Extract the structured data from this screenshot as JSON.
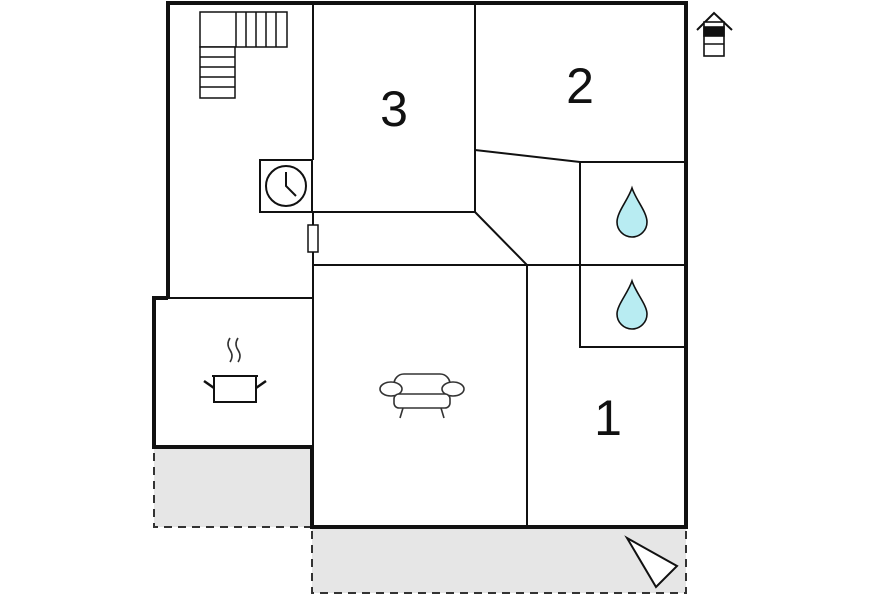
{
  "rooms": [
    {
      "id": "bedroom-3",
      "label": "3"
    },
    {
      "id": "bedroom-2",
      "label": "2"
    },
    {
      "id": "bedroom-1",
      "label": "1"
    }
  ],
  "icons": {
    "staircase": "staircase-icon",
    "clock": "clock-icon",
    "kitchen": "cooking-pot-icon",
    "living_room": "sofa-icon",
    "bathroom_upper": "water-drop-icon",
    "bathroom_lower": "water-drop-icon",
    "floor_indicator": "floor-level-icon",
    "entrance": "entrance-arrow-icon"
  },
  "colors": {
    "wall": "#111111",
    "terrace": "#e6e6e6",
    "water": "#b8ecf2"
  }
}
